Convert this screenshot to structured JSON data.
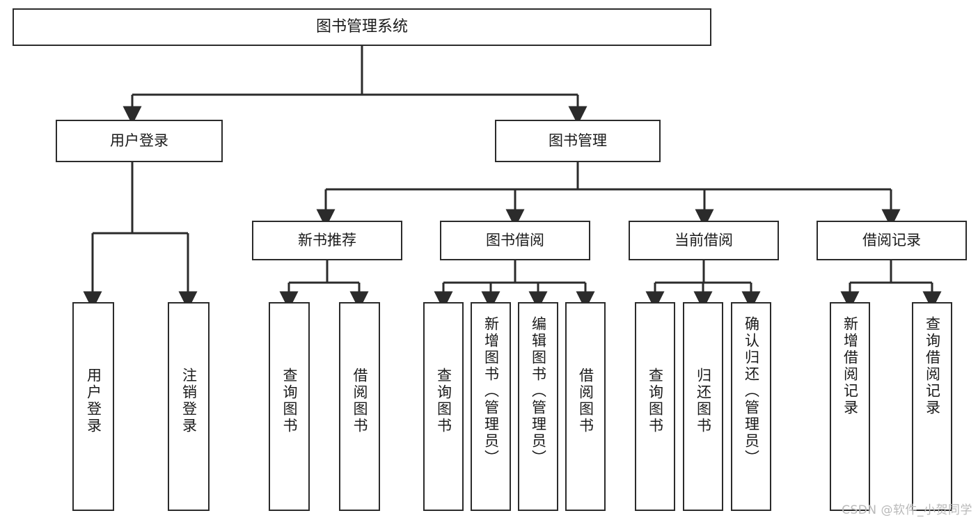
{
  "diagram": {
    "type": "tree-hierarchy-chart",
    "title": "图书管理系统",
    "orientation": "top-down",
    "background_color": "#ffffff",
    "line_color": "#2b2b2b",
    "text_color": "#1a1a1a",
    "watermark": "CSDN @软件_小贺同学",
    "nodes": {
      "root": {
        "label": "图书管理系统",
        "level": 1
      },
      "user_login": {
        "label": "用户登录",
        "level": 2
      },
      "book_manage": {
        "label": "图书管理",
        "level": 2
      },
      "new_book_rec": {
        "label": "新书推荐",
        "level": 3
      },
      "book_borrow": {
        "label": "图书借阅",
        "level": 3
      },
      "current_borrow": {
        "label": "当前借阅",
        "level": 3
      },
      "borrow_record": {
        "label": "借阅记录",
        "level": 3
      },
      "leaf_user_login": {
        "label": "用户登录",
        "level": 3
      },
      "leaf_logout": {
        "label": "注销登录",
        "level": 3
      },
      "leaf_query_book_1": {
        "label": "查询图书",
        "level": 4
      },
      "leaf_borrow_book_1": {
        "label": "借阅图书",
        "level": 4
      },
      "leaf_query_book_2": {
        "label": "查询图书",
        "level": 4
      },
      "leaf_add_book": {
        "label": "新增图书（管理员）",
        "level": 4
      },
      "leaf_edit_book": {
        "label": "编辑图书（管理员）",
        "level": 4
      },
      "leaf_borrow_book_2": {
        "label": "借阅图书",
        "level": 4
      },
      "leaf_query_book_3": {
        "label": "查询图书",
        "level": 4
      },
      "leaf_return_book": {
        "label": "归还图书",
        "level": 4
      },
      "leaf_confirm_return": {
        "label": "确认归还（管理员）",
        "level": 4
      },
      "leaf_add_record": {
        "label": "新增借阅记录",
        "level": 4
      },
      "leaf_query_record": {
        "label": "查询借阅记录",
        "level": 4
      }
    },
    "edges": [
      {
        "from": "root",
        "to": "user_login"
      },
      {
        "from": "root",
        "to": "book_manage"
      },
      {
        "from": "user_login",
        "to": "leaf_user_login"
      },
      {
        "from": "user_login",
        "to": "leaf_logout"
      },
      {
        "from": "book_manage",
        "to": "new_book_rec"
      },
      {
        "from": "book_manage",
        "to": "book_borrow"
      },
      {
        "from": "book_manage",
        "to": "current_borrow"
      },
      {
        "from": "book_manage",
        "to": "borrow_record"
      },
      {
        "from": "new_book_rec",
        "to": "leaf_query_book_1"
      },
      {
        "from": "new_book_rec",
        "to": "leaf_borrow_book_1"
      },
      {
        "from": "book_borrow",
        "to": "leaf_query_book_2"
      },
      {
        "from": "book_borrow",
        "to": "leaf_add_book"
      },
      {
        "from": "book_borrow",
        "to": "leaf_edit_book"
      },
      {
        "from": "book_borrow",
        "to": "leaf_borrow_book_2"
      },
      {
        "from": "current_borrow",
        "to": "leaf_query_book_3"
      },
      {
        "from": "current_borrow",
        "to": "leaf_return_book"
      },
      {
        "from": "current_borrow",
        "to": "leaf_confirm_return"
      },
      {
        "from": "borrow_record",
        "to": "leaf_add_record"
      },
      {
        "from": "borrow_record",
        "to": "leaf_query_record"
      }
    ]
  }
}
